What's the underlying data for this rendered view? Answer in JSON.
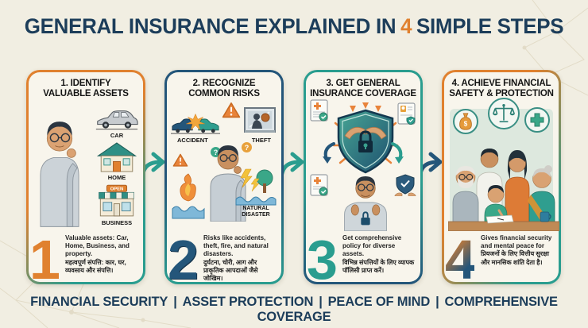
{
  "title": {
    "prefix": "GENERAL INSURANCE EXPLAINED IN",
    "highlight": "4",
    "suffix": "SIMPLE STEPS"
  },
  "colors": {
    "background": "#f1eee2",
    "navy": "#24567a",
    "deep_navy": "#1c3d5a",
    "orange": "#e0812f",
    "teal": "#2a9d8f"
  },
  "steps": [
    {
      "number": "1",
      "title_line1": "1. IDENTIFY",
      "title_line2": "VALUABLE ASSETS",
      "labels": {
        "car": "CAR",
        "home": "HOME",
        "business": "BUSINESS",
        "open_sign": "OPEN"
      },
      "description_en": "Valuable assets: Car, Home, Business, and property.",
      "description_hi": "महत्वपूर्ण संपत्ति: कार, घर, व्यवसाय और संपत्ति।"
    },
    {
      "number": "2",
      "title_line1": "2. RECOGNIZE",
      "title_line2": "COMMON RISKS",
      "labels": {
        "accident": "ACCIDENT",
        "theft": "THEFT",
        "natural_disaster": "NATURAL DISASTER"
      },
      "marks": {
        "question": "?"
      },
      "description_en": "Risks like accidents, theft, fire, and natural disasters.",
      "description_hi": "दुर्घटना, चोरी, आग और प्राकृतिक आपदाओं जैसे जोखिम।"
    },
    {
      "number": "3",
      "title_line1": "3. GET GENERAL",
      "title_line2": "INSURANCE COVERAGE",
      "description_en": "Get comprehensive policy for diverse assets.",
      "description_hi": "विभिन्न संपत्तियों के लिए व्यापक पॉलिसी प्राप्त करें।"
    },
    {
      "number": "4",
      "title_line1": "4. ACHIEVE FINANCIAL",
      "title_line2": "SAFETY & PROTECTION",
      "labels": {
        "money_symbol": "$"
      },
      "description_en": "Gives financial security and mental peace for",
      "description_hi": "प्रियजनों के लिए वित्तीय सुरक्षा और मानसिक शांति देता है।"
    }
  ],
  "footer": {
    "separator": "|",
    "items": [
      "FINANCIAL SECURITY",
      "ASSET PROTECTION",
      "PEACE OF MIND",
      "COMPREHENSIVE COVERAGE"
    ]
  }
}
